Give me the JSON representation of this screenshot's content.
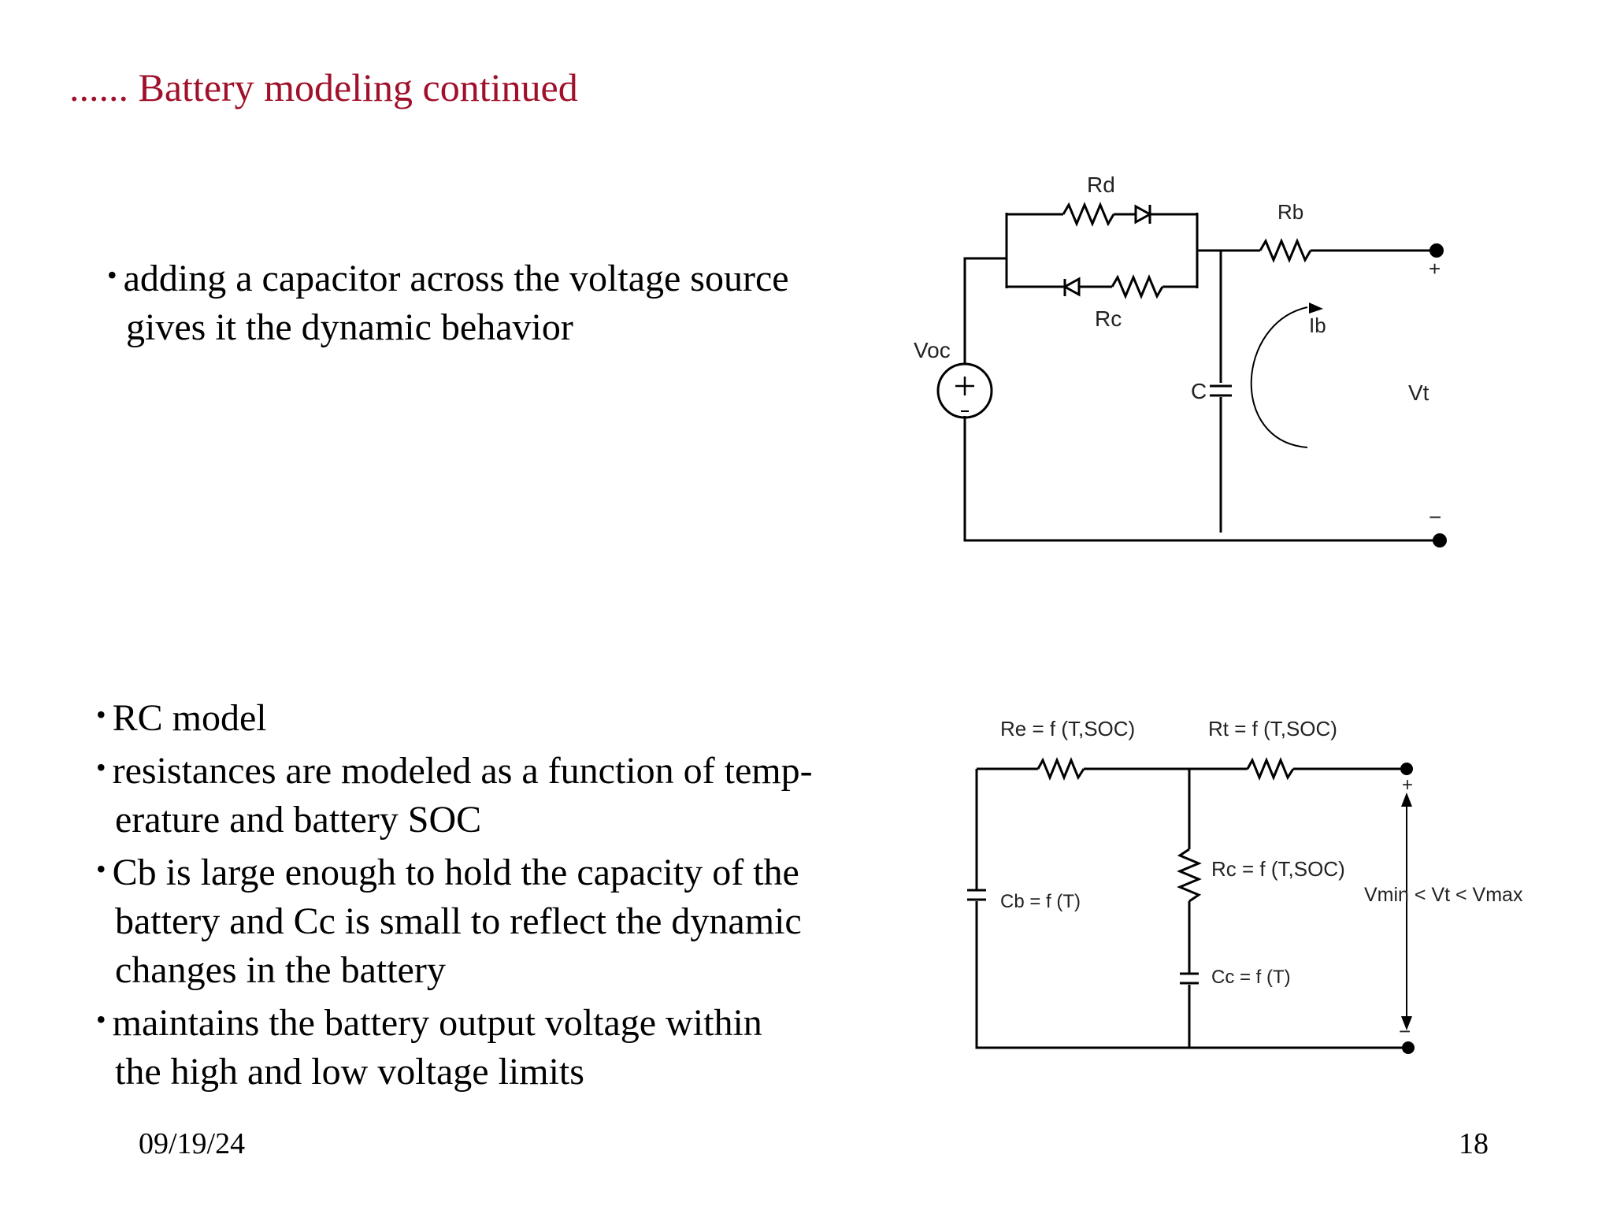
{
  "slide": {
    "title": "...... Battery modeling continued",
    "date": "09/19/24",
    "page_number": "18"
  },
  "section1": {
    "bullets": [
      {
        "lines": [
          "adding a capacitor across the voltage source",
          "gives it the dynamic behavior"
        ]
      }
    ]
  },
  "section2": {
    "bullets": [
      {
        "lines": [
          "RC model"
        ]
      },
      {
        "lines": [
          "resistances are modeled as a function of temp-",
          "erature and battery SOC"
        ]
      },
      {
        "lines": [
          "Cb is large enough to hold the capacity of the",
          "battery and Cc is small to reflect the dynamic",
          "changes in the battery"
        ]
      },
      {
        "lines": [
          "maintains the battery output voltage within",
          "the high and low voltage limits"
        ]
      }
    ]
  },
  "circuit1": {
    "labels": {
      "rd": "Rd",
      "rb": "Rb",
      "rc": "Rc",
      "ib": "Ib",
      "voc": "Voc",
      "c": "C",
      "vt": "Vt",
      "plus": "+",
      "minus": "−"
    }
  },
  "circuit2": {
    "labels": {
      "re": "Re = f (T,SOC)",
      "rt": "Rt = f (T,SOC)",
      "rc": "Rc = f (T,SOC)",
      "cb": "Cb = f (T)",
      "cc": "Cc = f (T)",
      "vrange": "Vmin < Vt < Vmax",
      "plus": "+",
      "minus": "−"
    }
  }
}
